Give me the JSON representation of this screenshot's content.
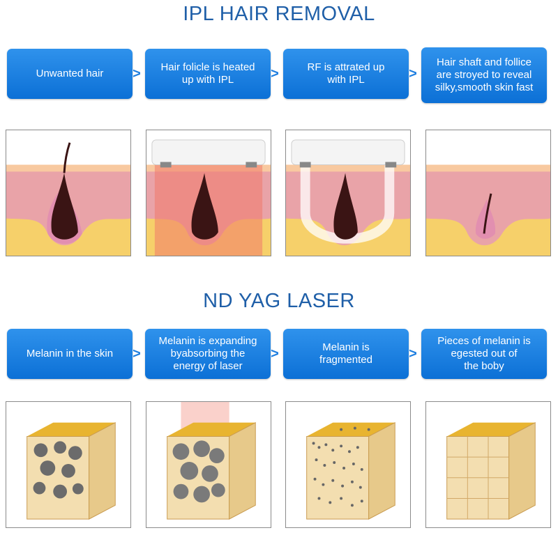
{
  "ipl": {
    "title": "IPL HAIR REMOVAL",
    "steps": [
      {
        "label": "Unwanted hair"
      },
      {
        "label": "Hair folicle is heated\nup with IPL"
      },
      {
        "label": "RF is attrated up\nwith IPL"
      },
      {
        "label": "Hair shaft and follice\nare stroyed to reveal\nsilky,smooth skin fast"
      }
    ]
  },
  "yag": {
    "title": "ND YAG LASER",
    "steps": [
      {
        "label": "Melanin in the skin"
      },
      {
        "label": "Melanin is expanding\nbyabsorbing the\nenergy of laser"
      },
      {
        "label": "Melanin is\nfragmented"
      },
      {
        "label": "Pieces of melanin is\negested out of\nthe boby"
      }
    ]
  },
  "arrow_glyph": ">",
  "colors": {
    "step_blue": "#1a7fe2",
    "title_blue": "#1f5fa8",
    "skin_pink": "#f3b6ae",
    "skin_yellow": "#f6d06a",
    "hair_dark": "#3a1414",
    "ipl_light": "#f07a6a",
    "melanin_gray": "#6b6b6b"
  }
}
